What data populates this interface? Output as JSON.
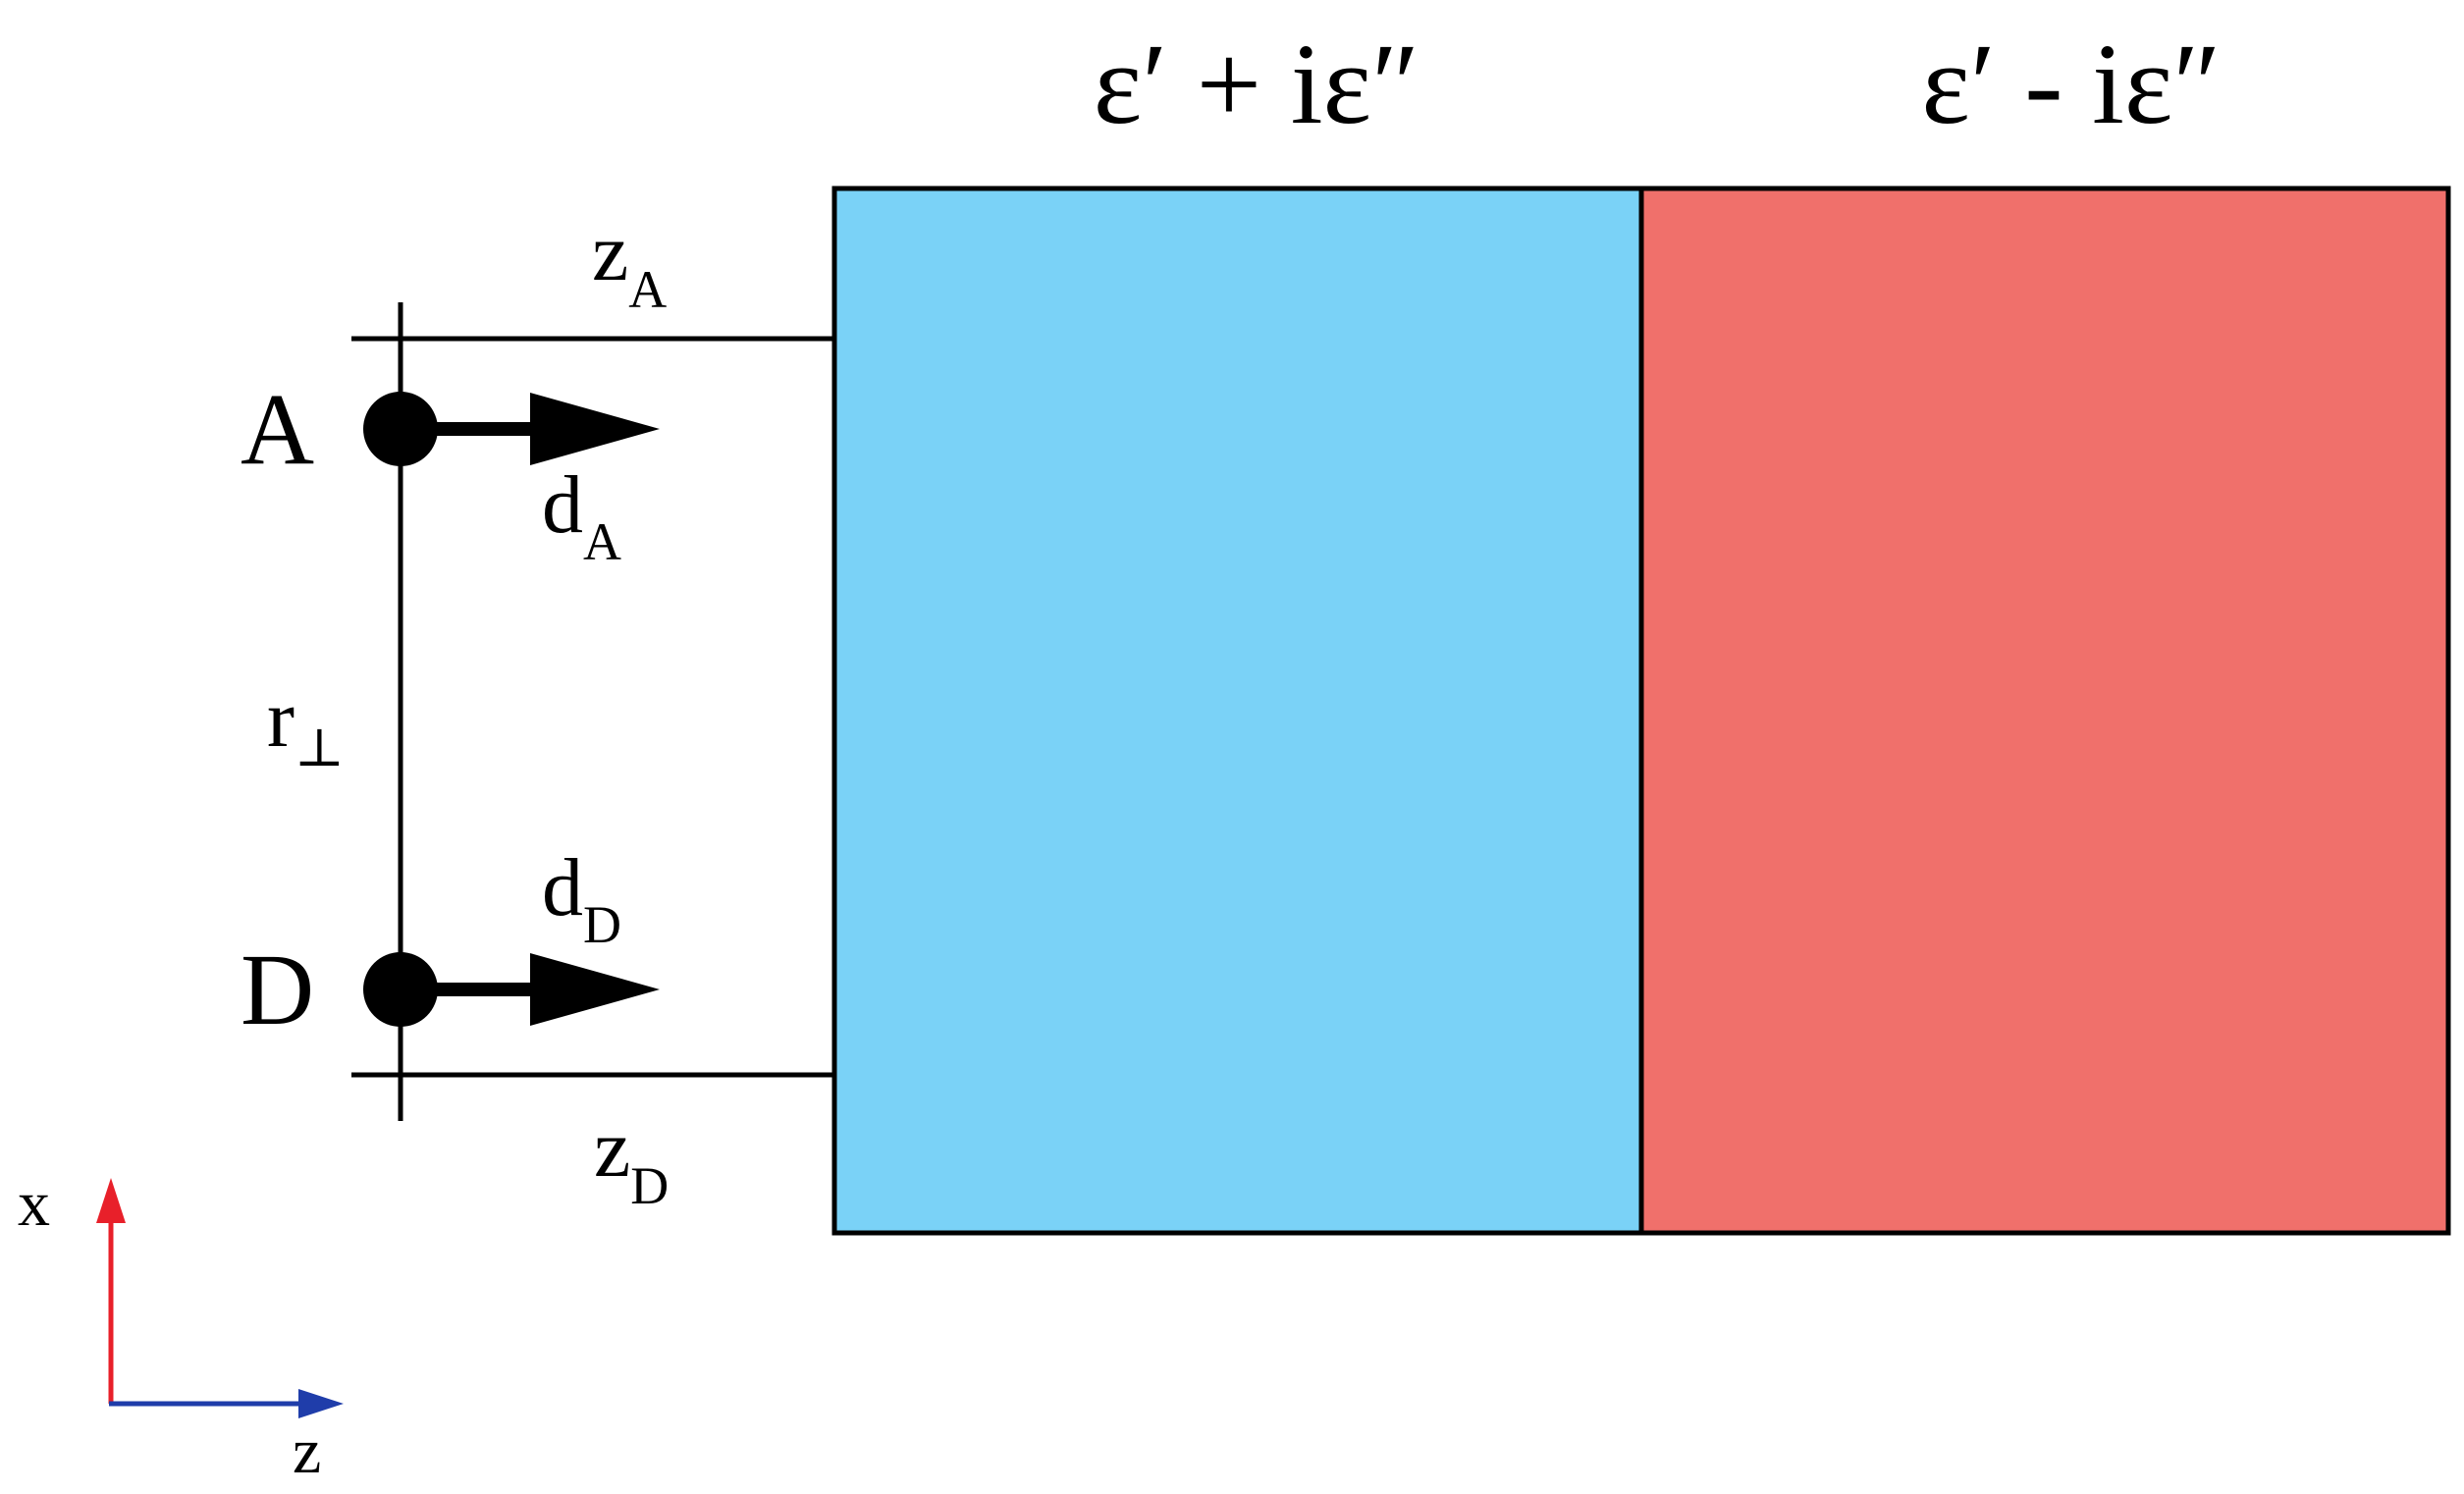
{
  "regions": {
    "left": {
      "label": "ε′ + iε″",
      "color": "#7AD2F7"
    },
    "right": {
      "label": "ε′ - iε″",
      "color": "#F0706B"
    }
  },
  "atoms": {
    "acceptor": {
      "label": "A",
      "dipole": "d",
      "dipole_sub": "A",
      "distance": "z",
      "distance_sub": "A"
    },
    "donor": {
      "label": "D",
      "dipole": "d",
      "dipole_sub": "D",
      "distance": "z",
      "distance_sub": "D"
    }
  },
  "separation": {
    "label": "r",
    "sub": "⊥"
  },
  "axes": {
    "x": {
      "label": "x",
      "color": "#E8202A"
    },
    "z": {
      "label": "z",
      "color": "#1F3DAA"
    }
  }
}
